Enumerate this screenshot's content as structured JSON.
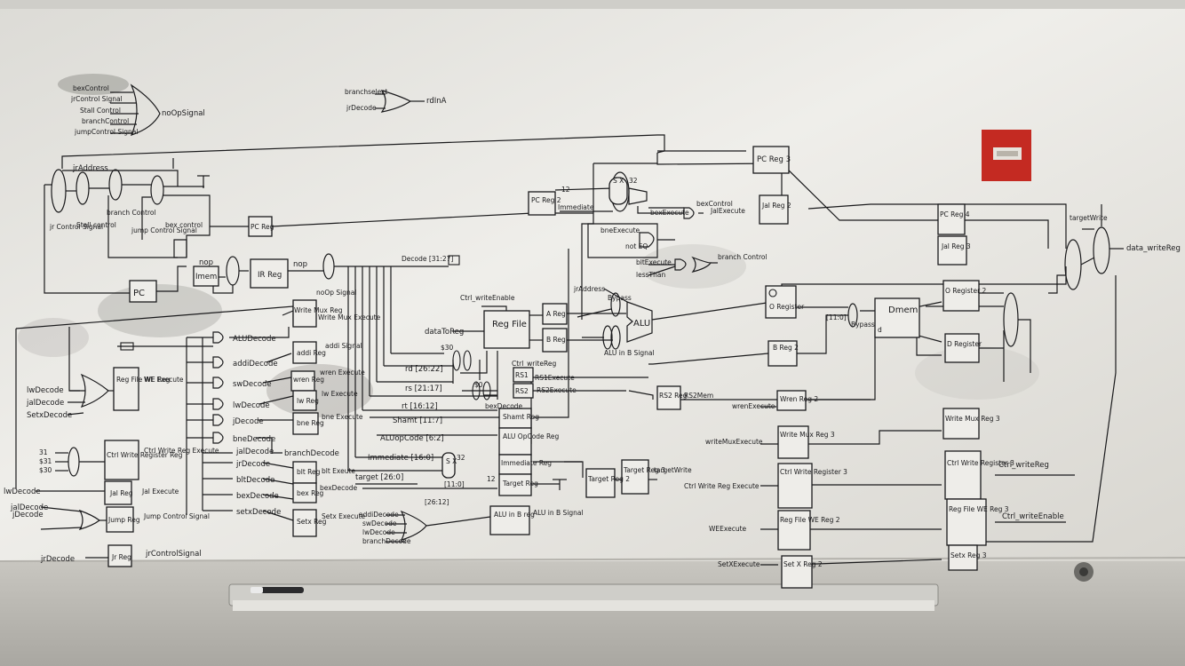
{
  "top_left": {
    "or_inputs": [
      "bexControl",
      "jrControl Signal",
      "Stall Control",
      "branchControl",
      "jumpControl Signal"
    ],
    "or_output": "noOpSignal",
    "or2_inputs": [
      "branchselect",
      "jrDecode"
    ],
    "or2_output": "rdInA"
  },
  "fetch": {
    "jr_address": "jrAddress",
    "mux_labels": [
      "jr Control Signal",
      "Stall control",
      "branch Control",
      "jump Control Signal",
      "bex control"
    ],
    "pc": "PC",
    "pc_reg": "PC Reg",
    "imem": "Imem",
    "ir": "IR Reg",
    "nop_in": "nop",
    "nop_out": "nop",
    "noop_signal": "noOp Signal",
    "decode_bus": "Decode [31:27]"
  },
  "decode_list": {
    "alu": "ALUDecode",
    "addi": "addiDecode",
    "sw": "swDecode",
    "lw": "lwDecode",
    "j": "jDecode",
    "bne": "bneDecode",
    "jal": "jalDecode",
    "jr": "jrDecode",
    "blt": "bltDecode",
    "bex": "bexDecode",
    "setx": "setxDecode"
  },
  "decode_regs": {
    "write_mux_reg": "Write Mux Reg",
    "write_mux_out": "Write Mux Execute",
    "addi_reg": "addi Reg",
    "addi_out": "addi Signal",
    "wren_reg": "wren Reg",
    "wren_out": "wren Execute",
    "lw_reg": "lw Reg",
    "lw_out": "lw Execute",
    "bne_reg": "bne Reg",
    "bne_out": "bne Execute",
    "branch_decode": "branchDecode",
    "blt_reg": "blt Reg",
    "blt_out": "blt Exeute",
    "bex_reg": "bex Reg",
    "bex_out": "bexDecode",
    "setx_reg": "Setx Reg",
    "setx_out": "Setx Execute"
  },
  "left_blocks": {
    "lw": "lwDecode",
    "jal": "jalDecode",
    "setx": "SetxDecode",
    "regfile_we": "Reg File WE Reg",
    "we_execute": "WE Execute",
    "ctrl_write_reg": "Ctrl Write Register Reg",
    "ctrl_write_out": "Ctrl Write Reg Execute",
    "jal_reg": "Jal Reg",
    "jal_out": "Jal Execute",
    "jump_reg": "Jump Reg",
    "jump_out": "Jump Control Signal",
    "jr_reg": "Jr Reg",
    "jr_out": "jrControlSignal",
    "jdecode2": "jDecode",
    "jrdecode2": "jrDecode",
    "mux_nums": [
      "31",
      "$31",
      "$30"
    ],
    "lwdecode_in": "lwDecode",
    "jaldecode_in": "jalDecode"
  },
  "execute": {
    "ctrl_write_enable": "Ctrl_writeEnable",
    "data_to_reg": "dataToReg",
    "reg_file": "Reg File",
    "a_reg": "A Reg",
    "b_reg": "B Reg",
    "rs": "rs [21:17]",
    "rt": "rt [16:12]",
    "rd": "rd [26:22]",
    "r30": "$30",
    "r0": "$0",
    "ctrl_write_reg": "Ctrl_writeReg",
    "rs1": "RS1",
    "rs2": "RS2",
    "rs1_exec": "RS1Execute",
    "rs2_exec": "RS2Execute",
    "bex_decode2": "bexDecode",
    "shamt_in": "Shamt [11:7]",
    "shamt_reg": "Shamt Reg",
    "aluop_in": "ALUopCode [6:2]",
    "aluop_reg": "ALU OpCode Reg",
    "imm_in": "Immediate [16:0]",
    "imm_reg": "Immediate Reg",
    "target_in": "target [26:0]",
    "target_reg": "Target Reg",
    "range1": "[11:0]",
    "range2": "[26:12]",
    "sx": "S X",
    "n32": "32",
    "n12": "12",
    "alu": "ALU",
    "alu_in_b": "ALU in B Signal",
    "alu_b_reg": "ALU in B reg",
    "alu_b_signal": "ALU in B Signal",
    "bypass": "Bypass",
    "jr_address2": "jrAddress",
    "bne_execute": "bneExecute",
    "not_eq": "not EQ",
    "blt_execute": "bltExecute",
    "less_than": "lessThan",
    "branch_control": "branch Control",
    "bex_execute": "bexExecute",
    "bex_control": "bexControl",
    "pc_reg2": "PC Reg 2",
    "pc_reg3": "PC Reg 3",
    "immediate": "Immediate",
    "rs2_reg": "RS2 Reg",
    "rs2_mem": "RS2Mem",
    "target_reg2": "Target Reg 2",
    "target_reg3": "Target Reg 3",
    "target_write": "targetWrite",
    "alu_in_b_decodes": [
      "addiDecode",
      "swDecode",
      "lwDecode",
      "branchDecode"
    ]
  },
  "memory": {
    "o_register": "O Register",
    "b_reg2": "B Reg 2",
    "dmem": "Dmem",
    "d": "d",
    "bypass": "Bypass",
    "range": "[11:0]",
    "jal_execute": "JalExecute",
    "jal_reg2": "Jal Reg 2",
    "wren_execute": "wrenExecute",
    "wren_reg2": "Wren Reg 2",
    "writemux_execute": "writeMuxExecute",
    "writemux_reg3": "Write Mux Reg 3",
    "ctrlwrite_execute": "Ctrl Write Reg Execute",
    "ctrl_reg3": "Ctrl Write Register 3",
    "we_execute": "WEExecute",
    "regfile_we2": "Reg File WE Reg 2",
    "setx_execute": "SetXExecute",
    "setx_reg2": "Set X Reg 2"
  },
  "writeback": {
    "pc_reg4": "PC Reg 4",
    "jal_reg3": "Jal Reg 3",
    "o_register2": "O Register 2",
    "d_register": "D Register",
    "write_mux_reg3": "Write Mux Reg 3",
    "ctrl_write_reg3": "Ctrl Write Register 3",
    "ctrl_writereg": "Ctrl_writeReg",
    "regfile_we3": "Reg File WE Reg 3",
    "ctrl_writeenable": "Ctrl_writeEnable",
    "setx_reg3": "Setx Reg 3",
    "target_write": "targetWrite",
    "data_write_reg": "data_writeReg"
  },
  "colors": {
    "board": "#e9e8e4",
    "ink": "#1a1a1c",
    "wall": "#8e8c86",
    "alarm": "#c42a22",
    "tray": "#c9c8c3"
  }
}
